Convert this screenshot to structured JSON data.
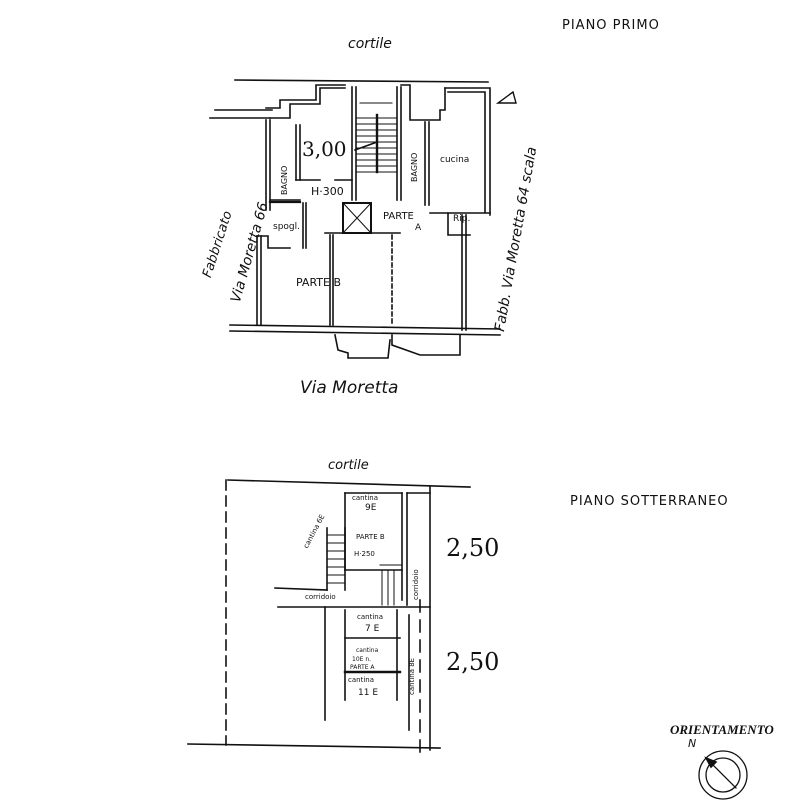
{
  "floor_first": {
    "title": "PIANO   PRIMO",
    "courtyard": "cortile",
    "street": "Via  Moretta",
    "left_neighbor": "Fabbricato",
    "left_neighbor_address": "Via  Moretta 66",
    "right_neighbor": "Fabb. Via  Moretta 64 scala",
    "rooms": {
      "bagno_left": "BAGNO",
      "bagno_right": "BAGNO",
      "cucina": "cucina",
      "spogl": "spogl.",
      "rip": "Rip.",
      "parte_a": "PARTE",
      "parte_a_letter": "A",
      "parte_b": "PARTE B"
    },
    "height_label": "H·300",
    "dimension": "3,00"
  },
  "floor_basement": {
    "title": "PIANO   SOTTERRANEO",
    "courtyard": "cortile",
    "rooms": {
      "cantina_6e": "cantina 6E",
      "cantina_9e_1": "cantina",
      "cantina_9e_2": "9E",
      "parte_b": "PARTE B",
      "height_label": "H·250",
      "corridoio_h": "corridoio",
      "corridoio_v": "corridoio",
      "cantina_7e_1": "cantina",
      "cantina_7e_2": "7 E",
      "cantina_10e_1": "cantina",
      "cantina_10e_2": "10E n.",
      "cantina_10e_3": "PARTE A",
      "cantina_11e_1": "cantina",
      "cantina_11e_2": "11 E",
      "cantina_8e": "cantina 8E"
    },
    "dimension_upper": "2,50",
    "dimension_lower": "2,50"
  },
  "orientation": {
    "label": "ORIENTAMENTO",
    "marker": "N"
  }
}
